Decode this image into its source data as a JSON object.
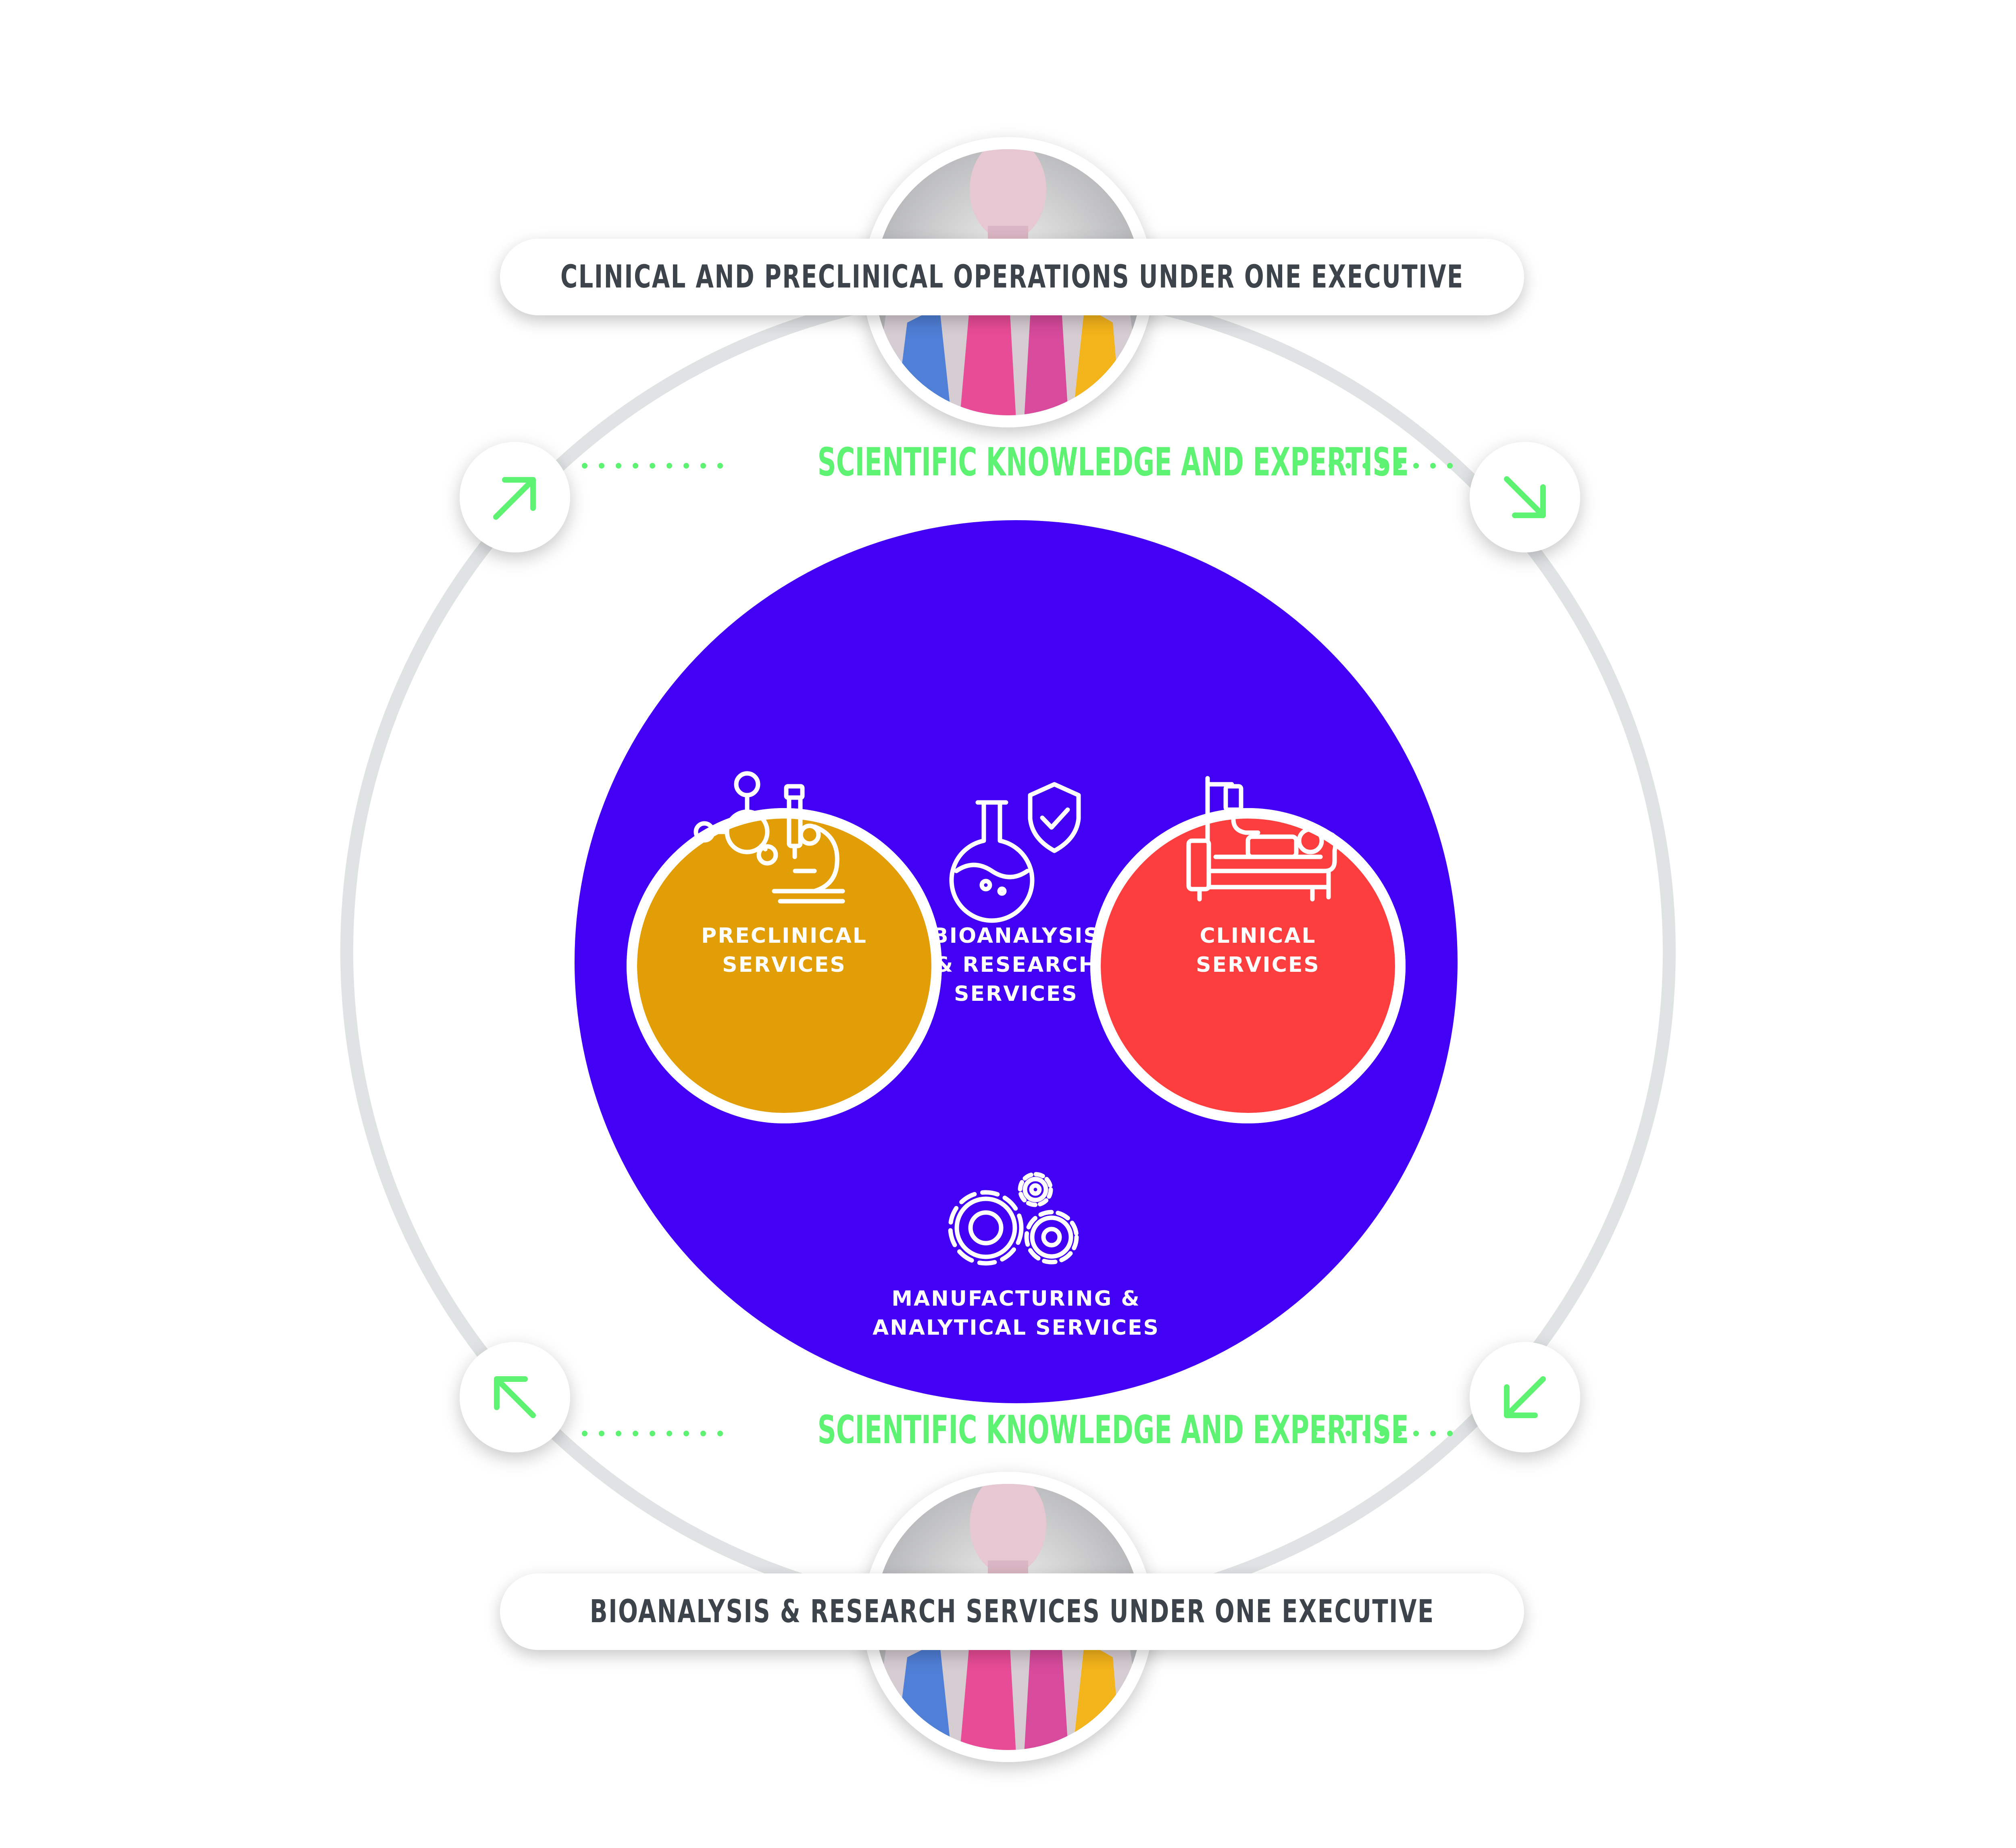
{
  "top_banner": {
    "label": "CLINICAL AND PRECLINICAL OPERATIONS UNDER ONE EXECUTIVE"
  },
  "bottom_banner": {
    "label": "BIOANALYSIS & RESEARCH SERVICES UNDER ONE EXECUTIVE"
  },
  "expertise": {
    "top": "SCIENTIFIC KNOWLEDGE AND EXPERTISE",
    "bottom": "SCIENTIFIC KNOWLEDGE AND EXPERTISE"
  },
  "segments": {
    "preclinical": {
      "line1": "PRECLINICAL",
      "line2": "SERVICES",
      "color": "#e29e07",
      "icon": "molecule-microscope-icon"
    },
    "bioanalysis": {
      "line1": "BIOANALYSIS",
      "line2": "& RESEARCH",
      "line3": "SERVICES",
      "color": "#5bfca0",
      "icon": "flask-shield-icon"
    },
    "clinical": {
      "line1": "CLINICAL",
      "line2": "SERVICES",
      "color": "#fd3e3e",
      "icon": "hospital-bed-icon"
    },
    "manufacturing": {
      "line1": "MANUFACTURING &",
      "line2": "ANALYTICAL SERVICES",
      "color": "#4200f5",
      "icon": "gears-icon"
    }
  },
  "colors": {
    "arrow": "#5ef272",
    "ring": "#dfe3e3",
    "banner_text": "#3d434a"
  },
  "arrows": [
    "arrow-up-right-icon",
    "arrow-down-right-icon",
    "arrow-up-left-icon",
    "arrow-down-left-icon"
  ]
}
